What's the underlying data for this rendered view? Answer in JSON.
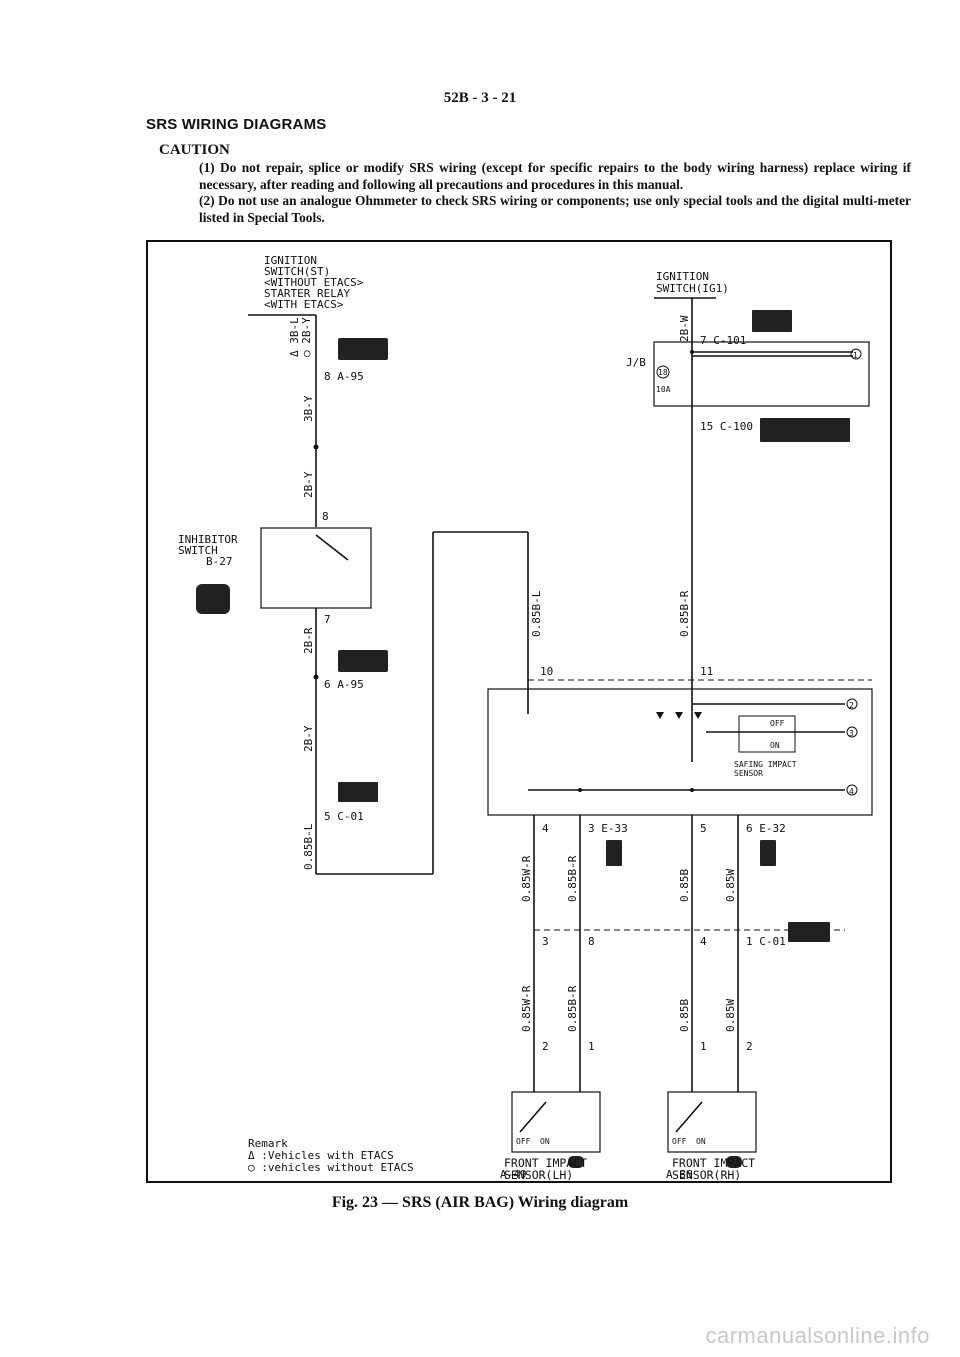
{
  "header": {
    "page_number": "52B - 3 - 21"
  },
  "section_title": "SRS WIRING DIAGRAMS",
  "caution": {
    "heading": "CAUTION",
    "item1": "(1) Do not repair, splice or modify SRS wiring (except for specific repairs to the body wiring harness) replace wiring if necessary, after reading and following all precautions and procedures in this manual.",
    "item2": "(2) Do not use an analogue Ohmmeter to check SRS wiring or components; use only special tools and the digital multi-meter listed in Special Tools."
  },
  "diagram": {
    "ign_st_l1": "IGNITION",
    "ign_st_l2": "SWITCH(ST)",
    "ign_st_l3": "<WITHOUT ETACS>",
    "ign_st_l4": "STARTER RELAY",
    "ign_st_l5": "<WITH ETACS>",
    "ign_ig1_l1": "IGNITION",
    "ign_ig1_l2": "SWITCH(IG1)",
    "wire_left_top": "Δ 3B-L",
    "wire_left_top2": "○ 2B-Y",
    "conn_a95_top": "8 A-95",
    "wire_3by": "3B-Y",
    "wire_2by_top": "2B-Y",
    "pin_8": "8",
    "inh_l1": "INHIBITOR",
    "inh_l2": "SWITCH",
    "inh_l3": "B-27",
    "pin_7": "7",
    "wire_2br": "2B-R",
    "conn_a95_bot": "6 A-95",
    "wire_2by_bot": "2B-Y",
    "conn_c01_left": "5 C-01",
    "wire_085bl_left": "0.85B-L",
    "wire_2bw": "2B-W",
    "conn_c101": "7 C-101",
    "jb_label": "J/B",
    "fuse_num": "18",
    "fuse_amp": "10A",
    "conn_c100": "15 C-100",
    "wire_085bl_mid": "0.85B-L",
    "wire_085br_right": "0.85B-R",
    "pin_10": "10",
    "pin_11": "11",
    "circle_1": "1",
    "circle_2": "2",
    "circle_3": "3",
    "circle_4": "4",
    "safing_l1": "SAFING IMPACT",
    "safing_l2": "SENSOR",
    "off_label": "OFF",
    "on_label": "ON",
    "pin_4a": "4",
    "conn_e33": "3 E-33",
    "pin_5a": "5",
    "conn_e32": "6 E-32",
    "w_085wr_1": "0.85W-R",
    "w_085br_1": "0.85B-R",
    "w_085b_1": "0.85B",
    "w_085w_1": "0.85W",
    "pin_3b": "3",
    "pin_8b": "8",
    "pin_4b": "4",
    "conn_c01_right": "1 C-01",
    "w_085wr_2": "0.85W-R",
    "w_085br_2": "0.85B-R",
    "w_085b_2": "0.85B",
    "w_085w_2": "0.85W",
    "pin_2l": "2",
    "pin_1l": "1",
    "pin_1r": "1",
    "pin_2r": "2",
    "fis_lh_l1": "FRONT IMPACT",
    "fis_lh_l2": "SENSOR(LH)",
    "fis_rh_l1": "FRONT IMPACT",
    "fis_rh_l2": "SENSOR(RH)",
    "a49": "A-49",
    "a86": "A-86",
    "remark_title": "Remark",
    "remark_1": "Δ :Vehicles with ETACS",
    "remark_2": "○ :vehicles without ETACS"
  },
  "caption": "Fig. 23 — SRS (AIR BAG) Wiring diagram",
  "watermark": "carmanualsonline.info"
}
